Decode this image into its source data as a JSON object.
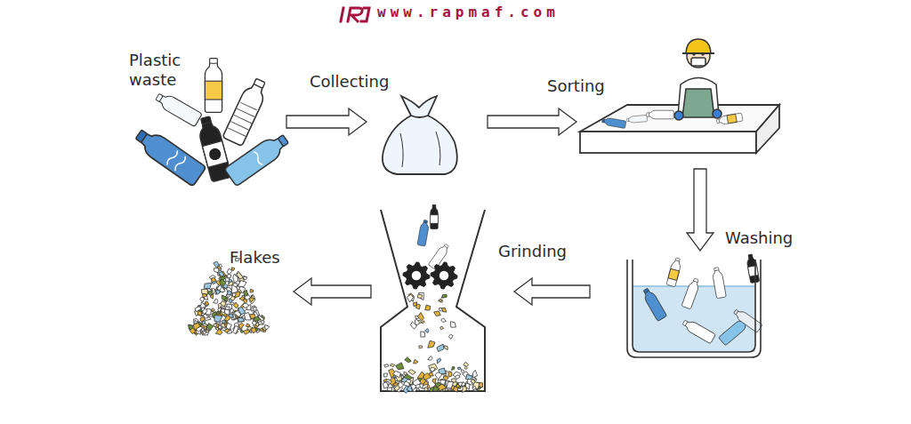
{
  "diagram": {
    "nodes": [
      {
        "text": [
          "Plastic waste"
        ]
      },
      {
        "text": [
          "Collecting"
        ]
      },
      {
        "text": [
          "Sorting"
        ]
      },
      {
        "text": [
          "Washing"
        ]
      },
      {
        "text": [
          "Grinding"
        ]
      },
      {
        "text": [
          "Flakes"
        ]
      }
    ],
    "edges": [
      {
        "from": 0,
        "to": 1,
        "arrow": "to"
      },
      {
        "from": 1,
        "to": 2,
        "arrow": "to"
      },
      {
        "from": 2,
        "to": 3,
        "arrow": "to"
      },
      {
        "from": 3,
        "to": 4,
        "arrow": "to"
      },
      {
        "from": 4,
        "to": 5,
        "arrow": "to"
      }
    ],
    "labels": [
      "www.rapmaf.com"
    ]
  }
}
